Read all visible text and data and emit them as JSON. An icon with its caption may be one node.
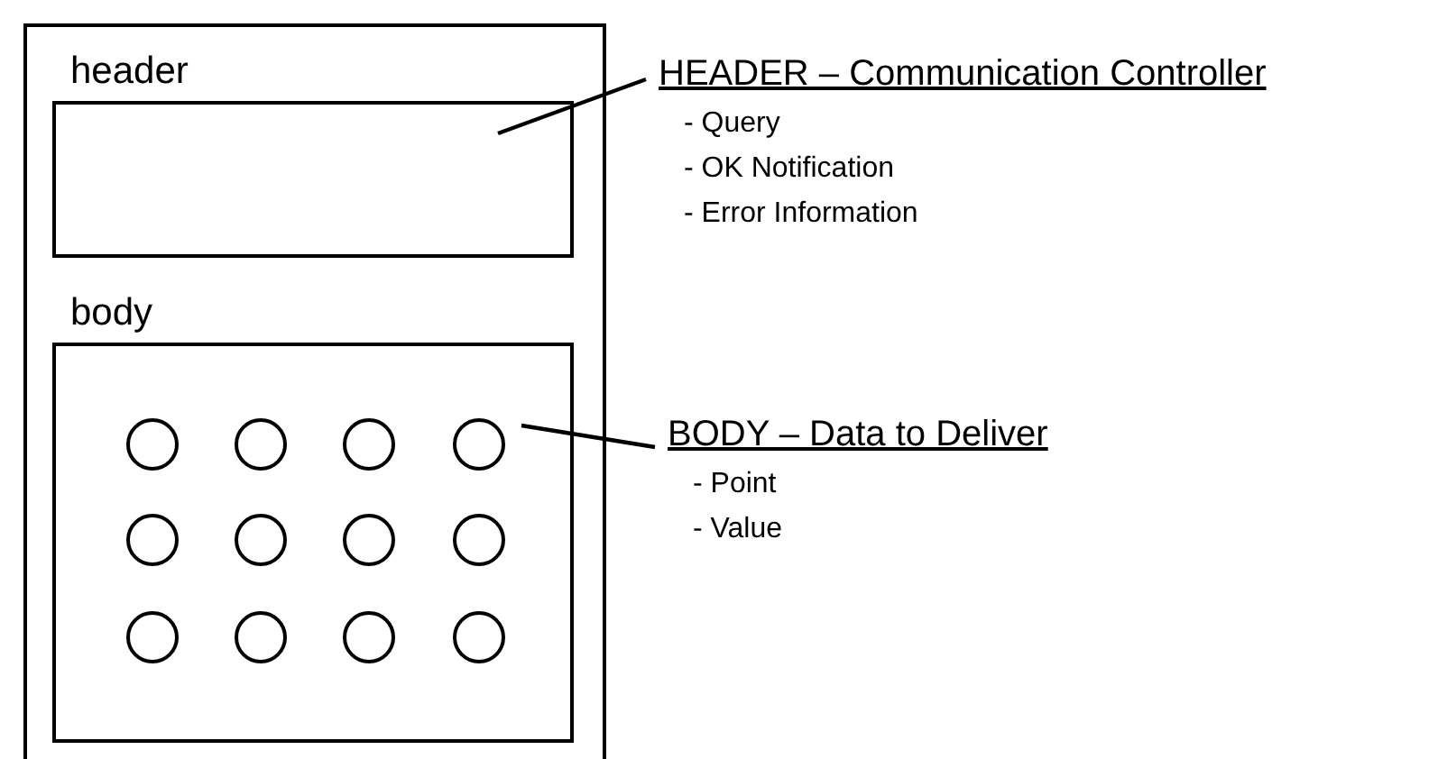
{
  "diagram": {
    "nodes": [
      {
        "text": [],
        "shape": "box"
      },
      {
        "text": [
          "header"
        ],
        "in": 0
      },
      {
        "text": [
          "body"
        ],
        "in": 0
      },
      {
        "text": [],
        "shape": "circle",
        "in": 2
      },
      {
        "text": [],
        "shape": "circle",
        "in": 2
      },
      {
        "text": [],
        "shape": "circle",
        "in": 2
      },
      {
        "text": [],
        "shape": "circle",
        "in": 2
      },
      {
        "text": [],
        "shape": "circle",
        "in": 2
      },
      {
        "text": [],
        "shape": "circle",
        "in": 2
      },
      {
        "text": [],
        "shape": "circle",
        "in": 2
      },
      {
        "text": [],
        "shape": "circle",
        "in": 2
      },
      {
        "text": [],
        "shape": "circle",
        "in": 2
      },
      {
        "text": [],
        "shape": "circle",
        "in": 2
      },
      {
        "text": [],
        "shape": "circle",
        "in": 2
      },
      {
        "text": [],
        "shape": "circle",
        "in": 2
      },
      {
        "text": [
          "HEADER – Communication Controller",
          "- Query",
          "- OK Notification",
          "- Error Information"
        ]
      },
      {
        "text": [
          "BODY – Data to Deliver",
          "- Point",
          "- Value"
        ]
      }
    ],
    "edges": [
      {
        "from": 15,
        "to": 1,
        "arrow": "none"
      },
      {
        "from": 16,
        "to": 2,
        "arrow": "none"
      }
    ]
  }
}
